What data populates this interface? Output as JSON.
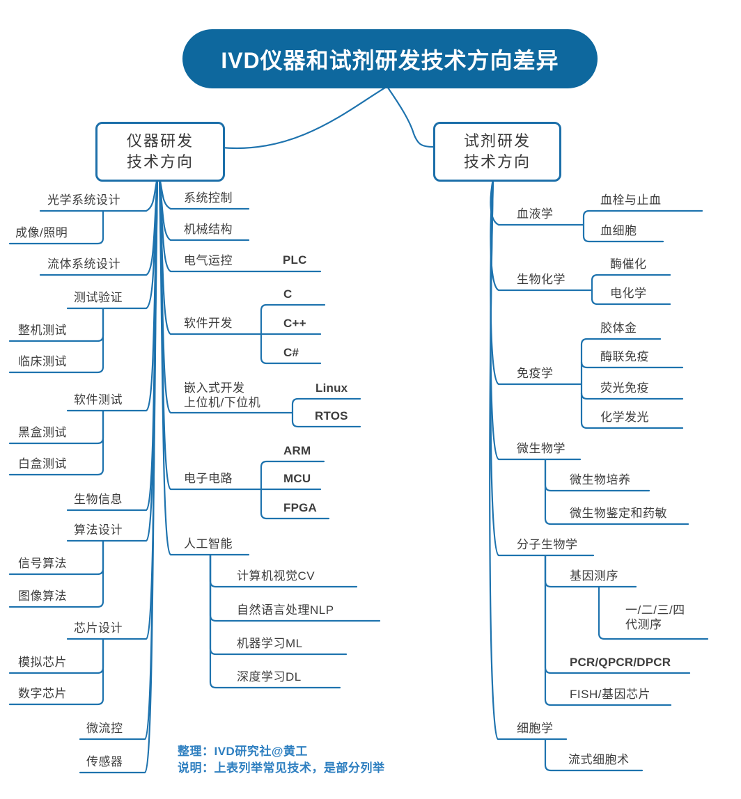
{
  "title": "IVD仪器和试剂研发技术方向差异",
  "instrument": {
    "box": {
      "line1": "仪器研发",
      "line2": "技术方向"
    },
    "left": [
      {
        "label": "光学系统设计",
        "children": [
          {
            "label": "成像/照明"
          }
        ]
      },
      {
        "label": "流体系统设计"
      },
      {
        "label": "测试验证",
        "children": [
          {
            "label": "整机测试"
          },
          {
            "label": "临床测试"
          }
        ]
      },
      {
        "label": "软件测试",
        "children": [
          {
            "label": "黑盒测试"
          },
          {
            "label": "白盒测试"
          }
        ]
      },
      {
        "label": "生物信息"
      },
      {
        "label": "算法设计",
        "children": [
          {
            "label": "信号算法"
          },
          {
            "label": "图像算法"
          }
        ]
      },
      {
        "label": "芯片设计",
        "children": [
          {
            "label": "模拟芯片"
          },
          {
            "label": "数字芯片"
          }
        ]
      },
      {
        "label": "微流控"
      },
      {
        "label": "传感器"
      }
    ],
    "right": [
      {
        "label": "系统控制"
      },
      {
        "label": "机械结构"
      },
      {
        "label": "电气运控",
        "children": [
          {
            "label": "PLC"
          }
        ]
      },
      {
        "label": "软件开发",
        "children": [
          {
            "label": "C"
          },
          {
            "label": "C++"
          },
          {
            "label": "C#"
          }
        ]
      },
      {
        "line1": "嵌入式开发",
        "line2": "上位机/下位机",
        "children": [
          {
            "label": "Linux"
          },
          {
            "label": "RTOS"
          }
        ]
      },
      {
        "label": "电子电路",
        "children": [
          {
            "label": "ARM"
          },
          {
            "label": "MCU"
          },
          {
            "label": "FPGA"
          }
        ]
      },
      {
        "label": "人工智能",
        "children": [
          {
            "label": "计算机视觉CV"
          },
          {
            "label": "自然语言处理NLP"
          },
          {
            "label": "机器学习ML"
          },
          {
            "label": "深度学习DL"
          }
        ]
      }
    ]
  },
  "reagent": {
    "box": {
      "line1": "试剂研发",
      "line2": "技术方向"
    },
    "children": [
      {
        "label": "血液学",
        "children": [
          {
            "label": "血栓与止血"
          },
          {
            "label": "血细胞"
          }
        ]
      },
      {
        "label": "生物化学",
        "children": [
          {
            "label": "酶催化"
          },
          {
            "label": "电化学"
          }
        ]
      },
      {
        "label": "免疫学",
        "children": [
          {
            "label": "胶体金"
          },
          {
            "label": "酶联免疫"
          },
          {
            "label": "荧光免疫"
          },
          {
            "label": "化学发光"
          }
        ]
      },
      {
        "label": "微生物学",
        "children": [
          {
            "label": "微生物培养"
          },
          {
            "label": "微生物鉴定和药敏"
          }
        ]
      },
      {
        "label": "分子生物学",
        "children": [
          {
            "label": "基因测序",
            "children": [
              {
                "line1": "一/二/三/四",
                "line2": "代测序"
              }
            ]
          },
          {
            "label": "PCR/QPCR/DPCR"
          },
          {
            "label": "FISH/基因芯片"
          }
        ]
      },
      {
        "label": "细胞学",
        "children": [
          {
            "label": "流式细胞术"
          }
        ]
      }
    ]
  },
  "footer": {
    "line1": "整理：IVD研究社@黄工",
    "line2": "说明：上表列举常见技术，是部分列举"
  },
  "colors": {
    "line": "#1e73ae",
    "title_bg": "#0e689e",
    "title_text": "#ffffff",
    "node_text": "#3d3d3d",
    "footer_text": "#2e7fc0",
    "box_border": "#1c6fa9",
    "background": "#ffffff"
  }
}
